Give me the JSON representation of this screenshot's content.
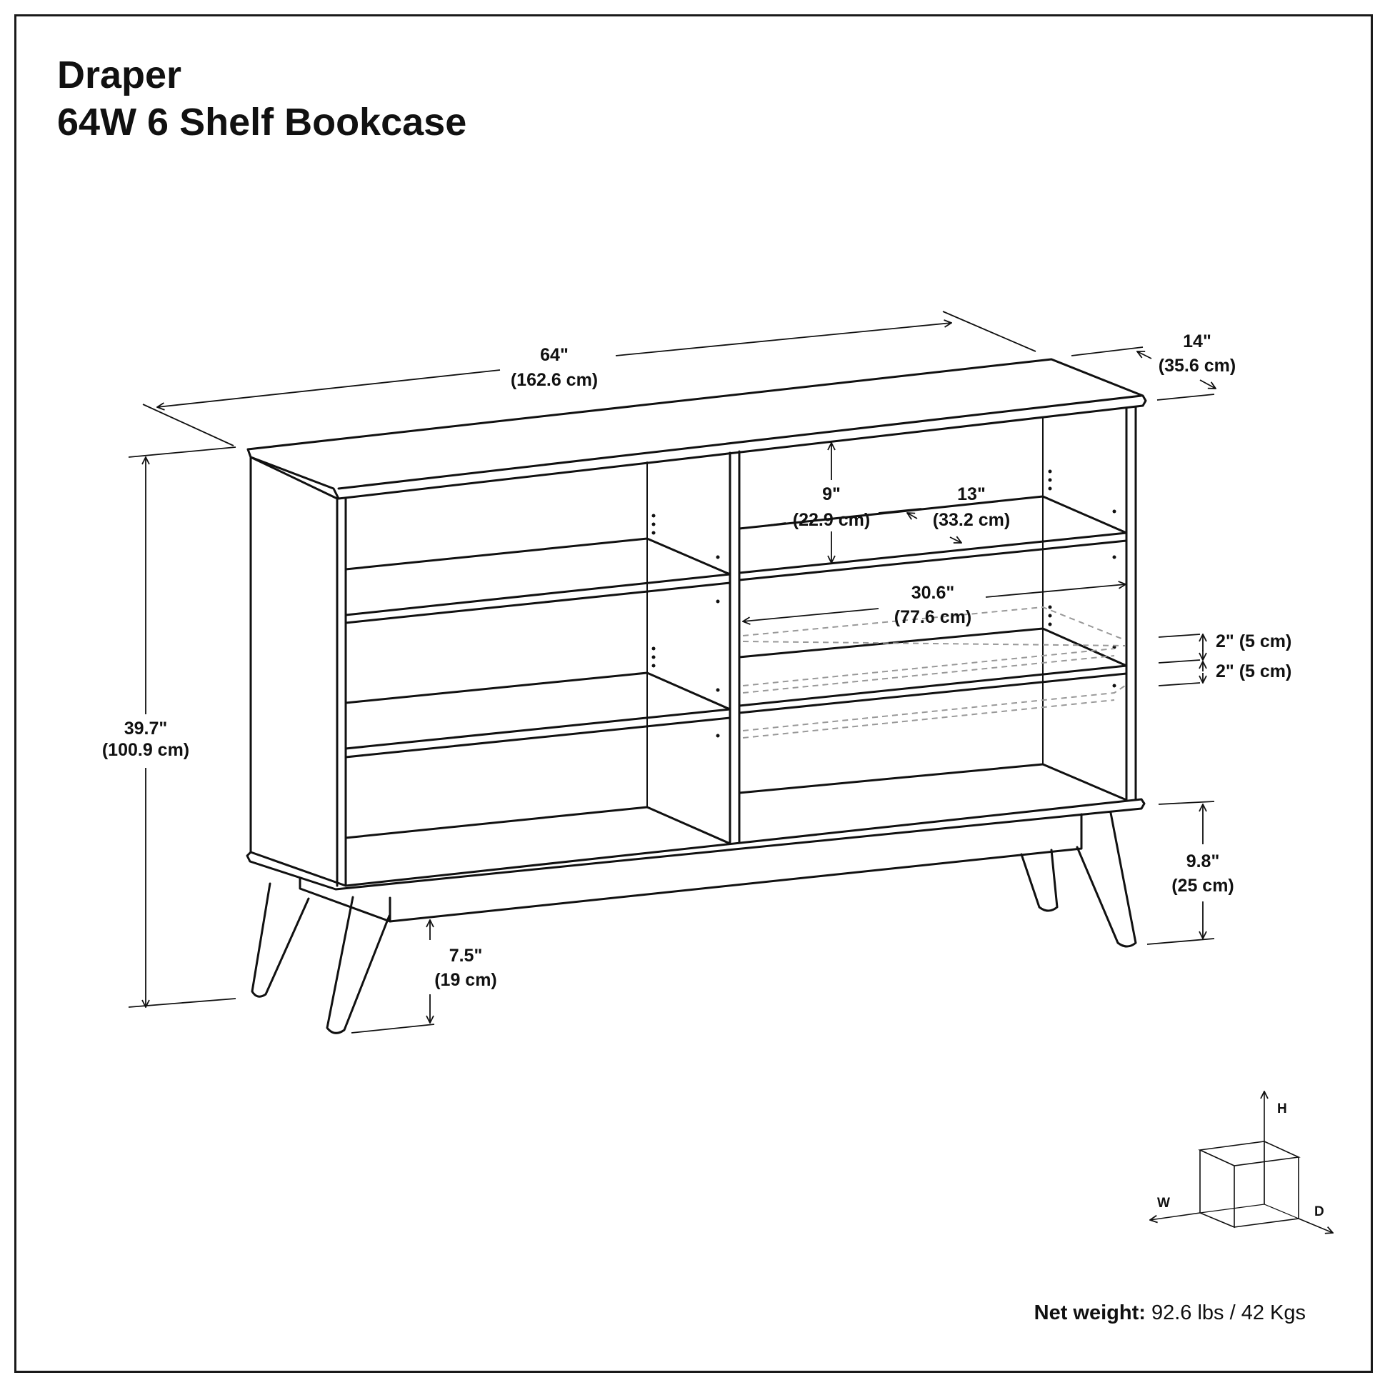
{
  "title": {
    "line1": "Draper",
    "line2": "64W 6 Shelf Bookcase"
  },
  "dimensions": {
    "width": {
      "imperial": "64\"",
      "metric": "(162.6 cm)"
    },
    "depth": {
      "imperial": "14\"",
      "metric": "(35.6 cm)"
    },
    "height": {
      "imperial": "39.7\"",
      "metric": "(100.9 cm)"
    },
    "shelf_height": {
      "imperial": "9\"",
      "metric": "(22.9 cm)"
    },
    "shelf_depth": {
      "imperial": "13\"",
      "metric": "(33.2 cm)"
    },
    "shelf_width": {
      "imperial": "30.6\"",
      "metric": "(77.6 cm)"
    },
    "adjust_1": {
      "label": "2\" (5 cm)"
    },
    "adjust_2": {
      "label": "2\" (5 cm)"
    },
    "leg_height_back": {
      "imperial": "9.8\"",
      "metric": "(25 cm)"
    },
    "leg_height_front": {
      "imperial": "7.5\"",
      "metric": "(19 cm)"
    }
  },
  "axes": {
    "h": "H",
    "w": "W",
    "d": "D"
  },
  "weight": {
    "label": "Net weight:",
    "value": "92.6 lbs / 42 Kgs"
  }
}
